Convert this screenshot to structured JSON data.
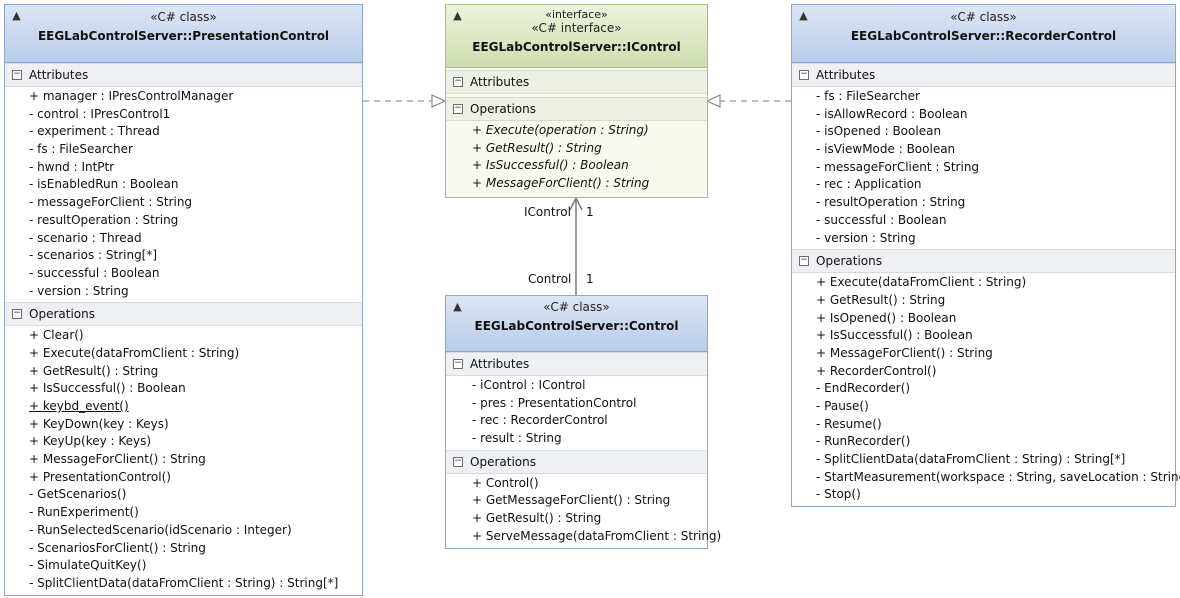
{
  "classes": {
    "presentation": {
      "stereotype": "«C# class»",
      "name": "EEGLabControlServer::PresentationControl",
      "attributes_label": "Attributes",
      "operations_label": "Operations",
      "attributes": [
        "+ manager : IPresControlManager",
        "- control : IPresControl1",
        "- experiment : Thread",
        "- fs : FileSearcher",
        "- hwnd : IntPtr",
        "- isEnabledRun : Boolean",
        "- messageForClient : String",
        "- resultOperation : String",
        "- scenario : Thread",
        "- scenarios : String[*]",
        "- successful : Boolean",
        "- version : String"
      ],
      "operations": [
        "+ Clear()",
        "+ Execute(dataFromClient : String)",
        "+ GetResult() : String",
        "+ IsSuccessful() : Boolean",
        "+ keybd_event()",
        "+ KeyDown(key : Keys)",
        "+ KeyUp(key : Keys)",
        "+ MessageForClient() : String",
        "+ PresentationControl()",
        "- GetScenarios()",
        "- RunExperiment()",
        "- RunSelectedScenario(idScenario : Integer)",
        "- ScenariosForClient() : String",
        "- SimulateQuitKey()",
        "- SplitClientData(dataFromClient : String) : String[*]"
      ]
    },
    "icontrol": {
      "stereotype_small": "«interface»",
      "stereotype": "«C# interface»",
      "name": "EEGLabControlServer::IControl",
      "attributes_label": "Attributes",
      "operations_label": "Operations",
      "operations": [
        "+ Execute(operation : String)",
        "+ GetResult() : String",
        "+ IsSuccessful() : Boolean",
        "+ MessageForClient() : String"
      ]
    },
    "recorder": {
      "stereotype": "«C# class»",
      "name": "EEGLabControlServer::RecorderControl",
      "attributes_label": "Attributes",
      "operations_label": "Operations",
      "attributes": [
        "- fs : FileSearcher",
        "- isAllowRecord : Boolean",
        "- isOpened : Boolean",
        "- isViewMode : Boolean",
        "- messageForClient : String",
        "- rec : Application",
        "- resultOperation : String",
        "- successful : Boolean",
        "- version : String"
      ],
      "operations": [
        "+ Execute(dataFromClient : String)",
        "+ GetResult() : String",
        "+ IsOpened() : Boolean",
        "+ IsSuccessful() : Boolean",
        "+ MessageForClient() : String",
        "+ RecorderControl()",
        "- EndRecorder()",
        "- Pause()",
        "- Resume()",
        "- RunRecorder()",
        "- SplitClientData(dataFromClient : String) : String[*]",
        "- StartMeasurement(workspace : String, saveLocation : String)",
        "- Stop()"
      ]
    },
    "control": {
      "stereotype": "«C# class»",
      "name": "EEGLabControlServer::Control",
      "attributes_label": "Attributes",
      "operations_label": "Operations",
      "attributes": [
        "- iControl : IControl",
        "- pres : PresentationControl",
        "- rec : RecorderControl",
        "- result : String"
      ],
      "operations": [
        "+ Control()",
        "+ GetMessageForClient() : String",
        "+ GetResult() : String",
        "+ ServeMessage(dataFromClient : String)"
      ]
    }
  },
  "association": {
    "end_top_role": "IControl",
    "end_top_mult": "1",
    "end_bottom_role": "Control",
    "end_bottom_mult": "1"
  }
}
